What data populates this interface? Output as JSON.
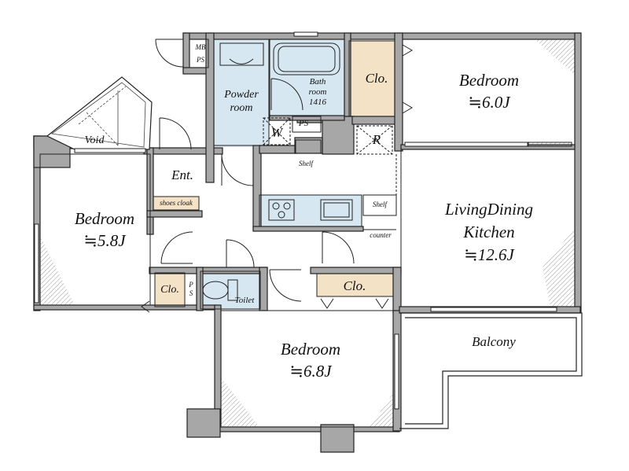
{
  "rooms": {
    "bedroom_ne": {
      "name": "Bedroom",
      "size": "≒6.0J"
    },
    "bedroom_w": {
      "name": "Bedroom",
      "size": "≒5.8J"
    },
    "bedroom_s": {
      "name": "Bedroom",
      "size": "≒6.8J"
    },
    "ldk": {
      "name_line1": "LivingDining",
      "name_line2": "Kitchen",
      "size": "≒12.6J"
    },
    "balcony": {
      "name": "Balcony"
    },
    "powder": {
      "line1": "Powder",
      "line2": "room"
    },
    "bath": {
      "line1": "Bath",
      "line2": "room",
      "line3": "1416"
    },
    "entrance": {
      "name": "Ent."
    },
    "toilet": {
      "name": "Toilet"
    },
    "void": {
      "name": "Void"
    }
  },
  "fixtures": {
    "closet_top": "Clo.",
    "closet_mid": "Clo.",
    "closet_small": "Clo.",
    "mb_line1": "MB",
    "mb_line2": "PS",
    "ps_bath": "PS",
    "ps_toilet_1": "P",
    "ps_toilet_2": "S",
    "washer": "W",
    "fridge": "R",
    "shelf_hall": "Shelf",
    "shelf_kitchen": "Shelf",
    "counter": "counter",
    "shoes_cloak": "shoes cloak"
  },
  "colors": {
    "wall": "#a7a7a7",
    "wet_area": "#d6e7f2",
    "closet": "#f4e2c6",
    "line": "#222222"
  }
}
